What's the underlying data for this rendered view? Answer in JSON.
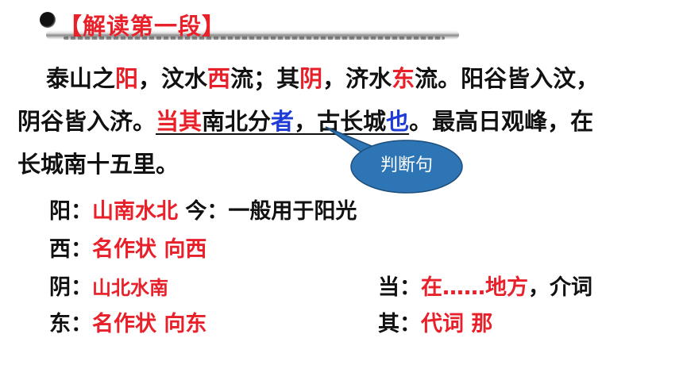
{
  "header": {
    "title": "【解读第一段】"
  },
  "passage": {
    "l1": {
      "a": "泰山之",
      "b": "阳",
      "c": "，汶水",
      "d": "西",
      "e": "流；其",
      "f": "阴",
      "g": "，济水",
      "h": "东",
      "i": "流。阳谷皆入汶，"
    },
    "l2": {
      "a": "阴谷皆入济。",
      "b": "当其",
      "c": "南北分",
      "d": "者",
      "e": "，古长城",
      "f": "也",
      "g": "。最高日观峰，在"
    },
    "l3": {
      "a": "长城南十五里。"
    }
  },
  "callout": {
    "label": "判断句",
    "fill": "#2e75b6"
  },
  "notes": {
    "yang": {
      "term": "阳：",
      "def": "山南水北",
      "extra": " 今：一般用于阳光"
    },
    "xi": {
      "term": "西：",
      "def": "名作状 向西"
    },
    "yin": {
      "term": "阴：",
      "def": "山北水南"
    },
    "dong": {
      "term": "东：",
      "def": "名作状 向东"
    },
    "dang": {
      "term": "当：",
      "def": "在……地方",
      "extra": "，介词"
    },
    "qi": {
      "term": "其：",
      "def": "代词 那"
    }
  },
  "colors": {
    "accent_red": "#e8202a",
    "accent_blue": "#1f3bd6",
    "text": "#111111"
  }
}
